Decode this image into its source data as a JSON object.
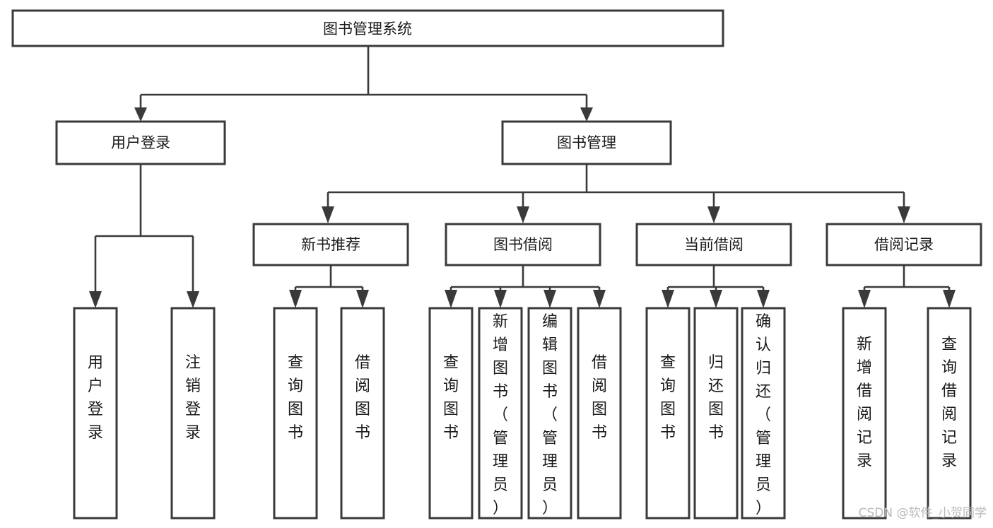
{
  "diagram": {
    "type": "tree-hierarchy",
    "title": "图书管理系统",
    "watermark": "CSDN @软件_小贺同学",
    "colors": {
      "box_stroke": "#3a3a3a",
      "box_fill": "#ffffff",
      "connector": "#3a3a3a",
      "text": "#1a1a1a",
      "watermark": "#b9b9b9",
      "background": "#ffffff"
    },
    "levels": {
      "root": {
        "label": "图书管理系统"
      },
      "level2": [
        {
          "label": "用户登录"
        },
        {
          "label": "图书管理"
        }
      ],
      "level3": [
        {
          "label": "新书推荐"
        },
        {
          "label": "图书借阅"
        },
        {
          "label": "当前借阅"
        },
        {
          "label": "借阅记录"
        }
      ]
    },
    "leaves": {
      "user_login": [
        {
          "label": "用户登录"
        },
        {
          "label": "注销登录"
        }
      ],
      "new_book_recommend": [
        {
          "label": "查询图书"
        },
        {
          "label": "借阅图书"
        }
      ],
      "book_borrow": [
        {
          "label": "查询图书"
        },
        {
          "label": "新增图书（管理员）"
        },
        {
          "label": "编辑图书（管理员）"
        },
        {
          "label": "借阅图书"
        }
      ],
      "current_borrow": [
        {
          "label": "查询图书"
        },
        {
          "label": "归还图书"
        },
        {
          "label": "确认归还（管理员）"
        }
      ],
      "borrow_record": [
        {
          "label": "新增借阅记录"
        },
        {
          "label": "查询借阅记录"
        }
      ]
    }
  }
}
